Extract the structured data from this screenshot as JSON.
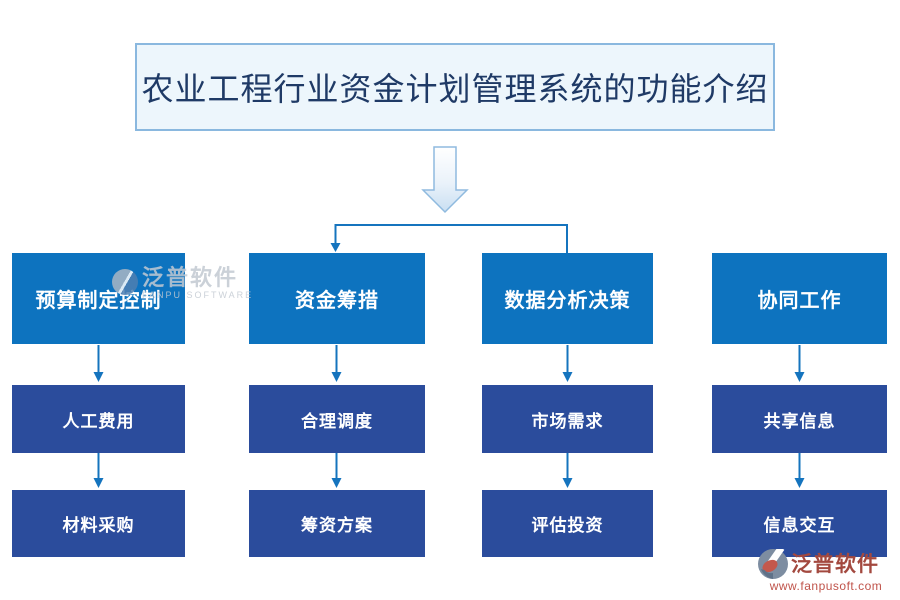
{
  "title": "农业工程行业资金计划管理系统的功能介绍",
  "flow": {
    "columns": [
      {
        "header": "预算制定控制",
        "items": [
          "人工费用",
          "材料采购"
        ]
      },
      {
        "header": "资金筹措",
        "items": [
          "合理调度",
          "筹资方案"
        ]
      },
      {
        "header": "数据分析决策",
        "items": [
          "市场需求",
          "评估投资"
        ]
      },
      {
        "header": "协同工作",
        "items": [
          "共享信息",
          "信息交互"
        ]
      }
    ]
  },
  "watermark": {
    "name": "泛普软件",
    "subtext": "FANPU SOFTWARE"
  },
  "brand": {
    "name": "泛普软件",
    "url": "www.fanpusoft.com"
  },
  "colors": {
    "header_box": "#0D73BF",
    "item_box": "#2B4C9C",
    "connector": "#1574BE",
    "title_box_bg": "#EDF6FC",
    "title_box_border": "#8AB8DF",
    "title_text": "#1F3A66",
    "brand_red": "#A3493F",
    "brand_url_red": "#C0544B"
  },
  "icons": {
    "big_down_arrow": "down-block-arrow",
    "brand_logo": "fanpu-circle-logo",
    "watermark_logo": "fanpu-circle-logo"
  }
}
